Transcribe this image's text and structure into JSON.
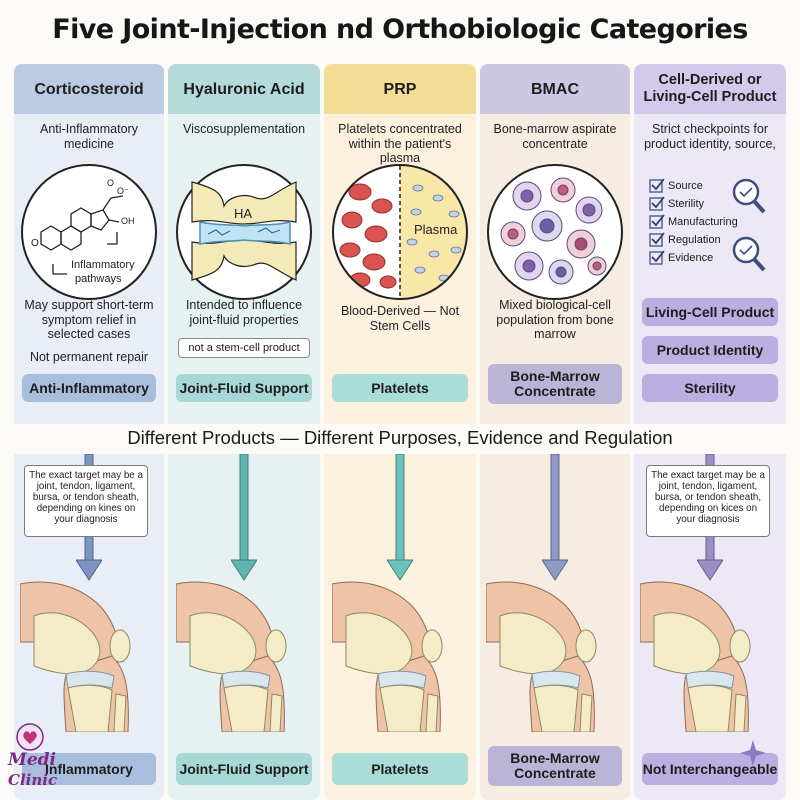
{
  "title": "Five Joint-Injection nd Orthobiologic Categories",
  "subtitle": "Different Products — Different Purposes, Evidence and Regulation",
  "columns": [
    {
      "heading": "Corticosteroid",
      "description": "Anti-Inflammatory medicine",
      "circle_labels": [
        "O",
        "O⁻",
        "OH",
        "O",
        "Inflammatory",
        "pathways"
      ],
      "note_1": "May support short-term symptom relief in selected cases",
      "note_2": "Not permanent repair",
      "pill": "Anti-Inflammatory",
      "bottom_pill": "Inflammatory"
    },
    {
      "heading": "Hyaluronic Acid",
      "description": "Viscosupplementation",
      "circle_labels": [
        "HA"
      ],
      "note_1": "Intended to influence joint-fluid properties",
      "tag": "not a stem-cell product",
      "pill": "Joint-Fluid Support",
      "bottom_pill": "Joint-Fluid Support"
    },
    {
      "heading": "PRP",
      "description": "Platelets concentrated within the patient's plasma",
      "circle_labels": [
        "Plasma"
      ],
      "note_1": "Blood-Derived — Not Stem Cells",
      "pill": "Platelets",
      "bottom_pill": "Platelets"
    },
    {
      "heading": "BMAC",
      "description": "Bone-marrow aspirate concentrate",
      "note_1": "Mixed biological-cell population from bone marrow",
      "pill": "Bone-Marrow Concentrate",
      "bottom_pill": "Bone-Marrow Concentrate"
    },
    {
      "heading": "Cell-Derived or Living-Cell Product",
      "description": "Strict checkpoints for product identity, source,",
      "checklist": [
        "Source",
        "Sterility",
        "Manufacturing",
        "Regulation",
        "Evidence"
      ],
      "pills": [
        "Living-Cell Product",
        "Product Identity",
        "Sterility"
      ],
      "bottom_pill": "Not Interchangeable"
    }
  ],
  "callout_left": "The exact target may be a joint, tendon, ligament, bursa, or tendon sheath, depending on kines on your diagnosis",
  "callout_right": "The exact target may be a joint, tendon, ligament, bursa, or tendon sheath, depending on kices on your diagnosis",
  "logo": {
    "line1": "Medi",
    "line2": "Clinic"
  },
  "colors": {
    "corticosteroid": "#a9bddc",
    "hyaluronic": "#a8d8d6",
    "prp": "#a9ddd7",
    "bmac": "#bab5d7",
    "cell": "#bbaee0",
    "arrow_blue": "#7d94c3",
    "arrow_teal": "#5fb3b0",
    "arrow_purple": "#9b8fc4",
    "logo_purple": "#7a2a86"
  }
}
